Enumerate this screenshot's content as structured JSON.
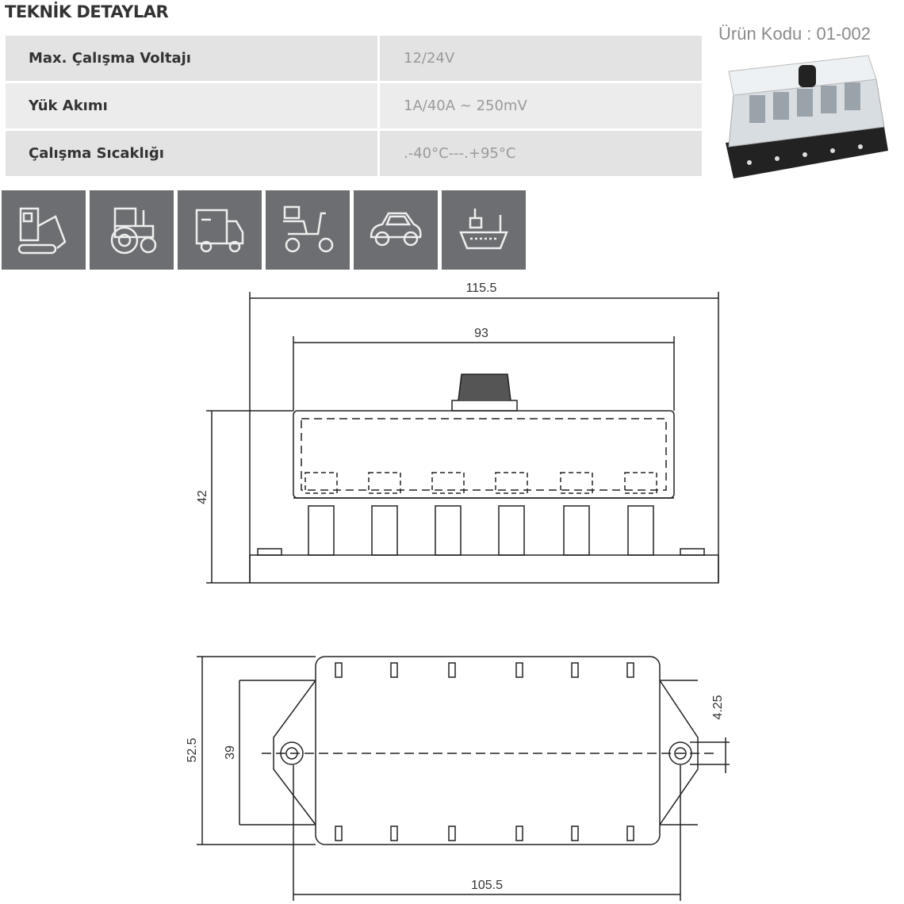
{
  "title": "TEKNİK DETAYLAR",
  "product_code": "Ürün Kodu : 01-002",
  "specs": [
    {
      "label": "Max. Çalışma Voltajı",
      "value": "12/24V"
    },
    {
      "label": "Yük Akımı",
      "value": "1A/40A ~ 250mV"
    },
    {
      "label": "Çalışma Sıcaklığı",
      "value": ".-40°C---.+95°C"
    }
  ],
  "applications": [
    "excavator-icon",
    "tractor-icon",
    "truck-icon",
    "scooter-icon",
    "car-icon",
    "ship-icon"
  ],
  "dimensions": {
    "overall_width": "115.5",
    "cover_width": "93",
    "height": "42",
    "depth": "52.5",
    "inner_depth": "39",
    "hole_spacing": "105.5",
    "hole_dia": "4.25"
  }
}
